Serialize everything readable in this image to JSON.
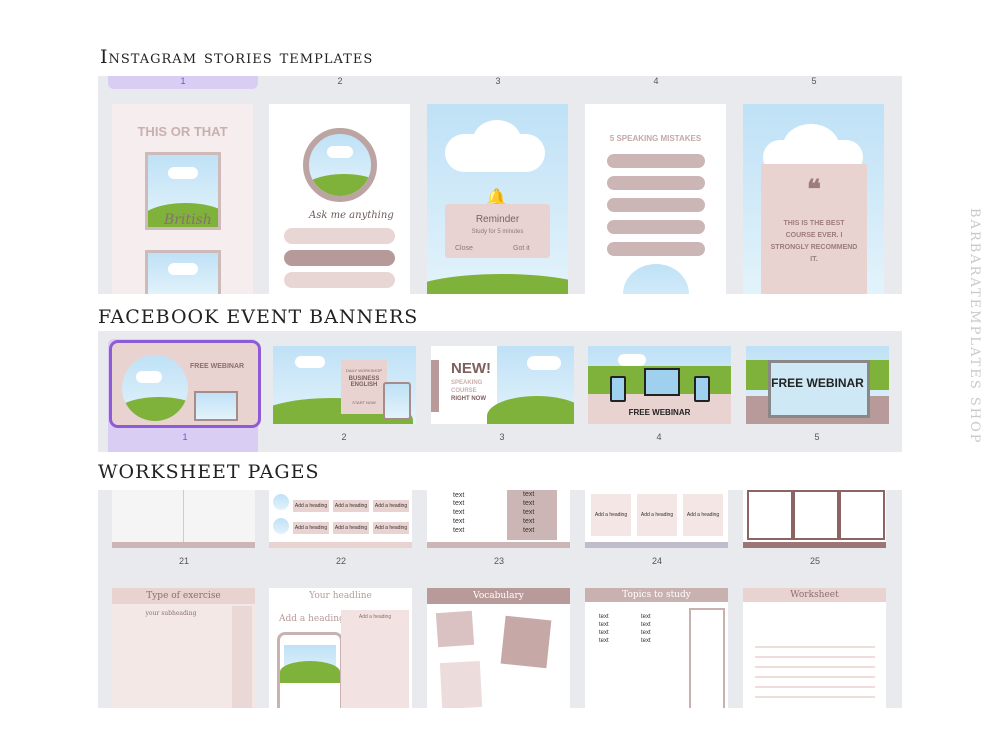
{
  "sections": {
    "stories": "Instagram stories templates",
    "facebook": "FACEBOOK EVENT BANNERS",
    "worksheets": "WORKSHEET PAGES"
  },
  "side_label": "BARBARATEMPLATES SHOP",
  "stories": {
    "numbers": [
      "1",
      "2",
      "3",
      "4",
      "5"
    ],
    "card1_title": "THIS OR THAT",
    "card1_script": "British",
    "card2_script": "Ask me anything",
    "card3": {
      "title": "Reminder",
      "sub": "Study for 5 minutes",
      "close": "Close",
      "got": "Got it"
    },
    "card4_title": "5 SPEAKING MISTAKES",
    "card5_quote": "THIS IS THE BEST COURSE EVER. I STRONGLY RECOMMEND IT."
  },
  "facebook": {
    "numbers": [
      "1",
      "2",
      "3",
      "4",
      "5"
    ],
    "b1_title": "FREE WEBINAR",
    "b2_small": "DAILY WORKSHOP",
    "b2_title": "BUSINESS ENGLISH",
    "b2_cta": "START NOW",
    "b3_new": "NEW!",
    "b3_sub1": "SPEAKING",
    "b3_sub2": "COURSE",
    "b3_sub3": "RIGHT NOW",
    "b4_title": "FREE WEBINAR",
    "b5_title": "FREE WEBINAR"
  },
  "worksheets": {
    "numbers": [
      "21",
      "22",
      "23",
      "24",
      "25"
    ],
    "row1": {
      "w22_label": "Add a heading",
      "w23_text": "text",
      "w24_label": "Add a heading"
    },
    "row2": {
      "p1_title": "Type of exercise",
      "p1_sub": "your subheading",
      "p2_title": "Your headline",
      "p2_heading": "Add a heading",
      "p2_side": "Add a heading",
      "p3_title": "Vocabulary",
      "p4_title": "Topics to study",
      "p4_cell": "text",
      "p5_title": "Worksheet"
    }
  }
}
